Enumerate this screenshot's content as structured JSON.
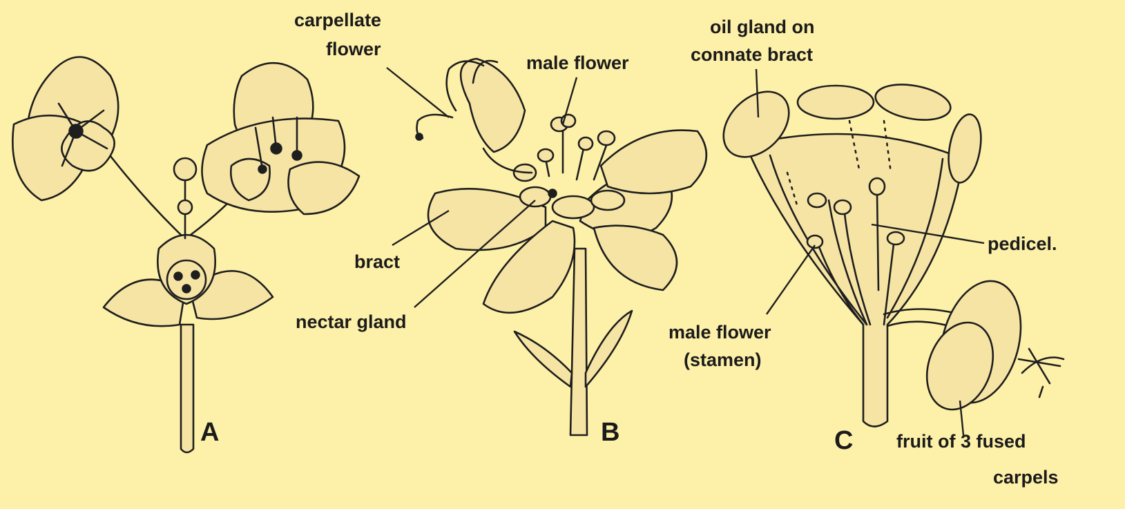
{
  "figure": {
    "background_color": "#fdf0a8",
    "ink_color": "#1e1e1e",
    "panels": {
      "a": {
        "letter": "A"
      },
      "b": {
        "letter": "B",
        "labels": {
          "carpellate_flower": [
            "carpellate",
            "flower"
          ],
          "male_flower": "male flower",
          "bract": "bract",
          "nectar_gland": "nectar gland"
        }
      },
      "c": {
        "letter": "C",
        "labels": {
          "oil_gland": [
            "oil gland on",
            "connate bract"
          ],
          "pedicel": "pedicel.",
          "male_flower_stamen": [
            "male flower",
            "(stamen)"
          ],
          "fruit": [
            "fruit of 3 fused",
            "carpels"
          ]
        }
      }
    }
  }
}
